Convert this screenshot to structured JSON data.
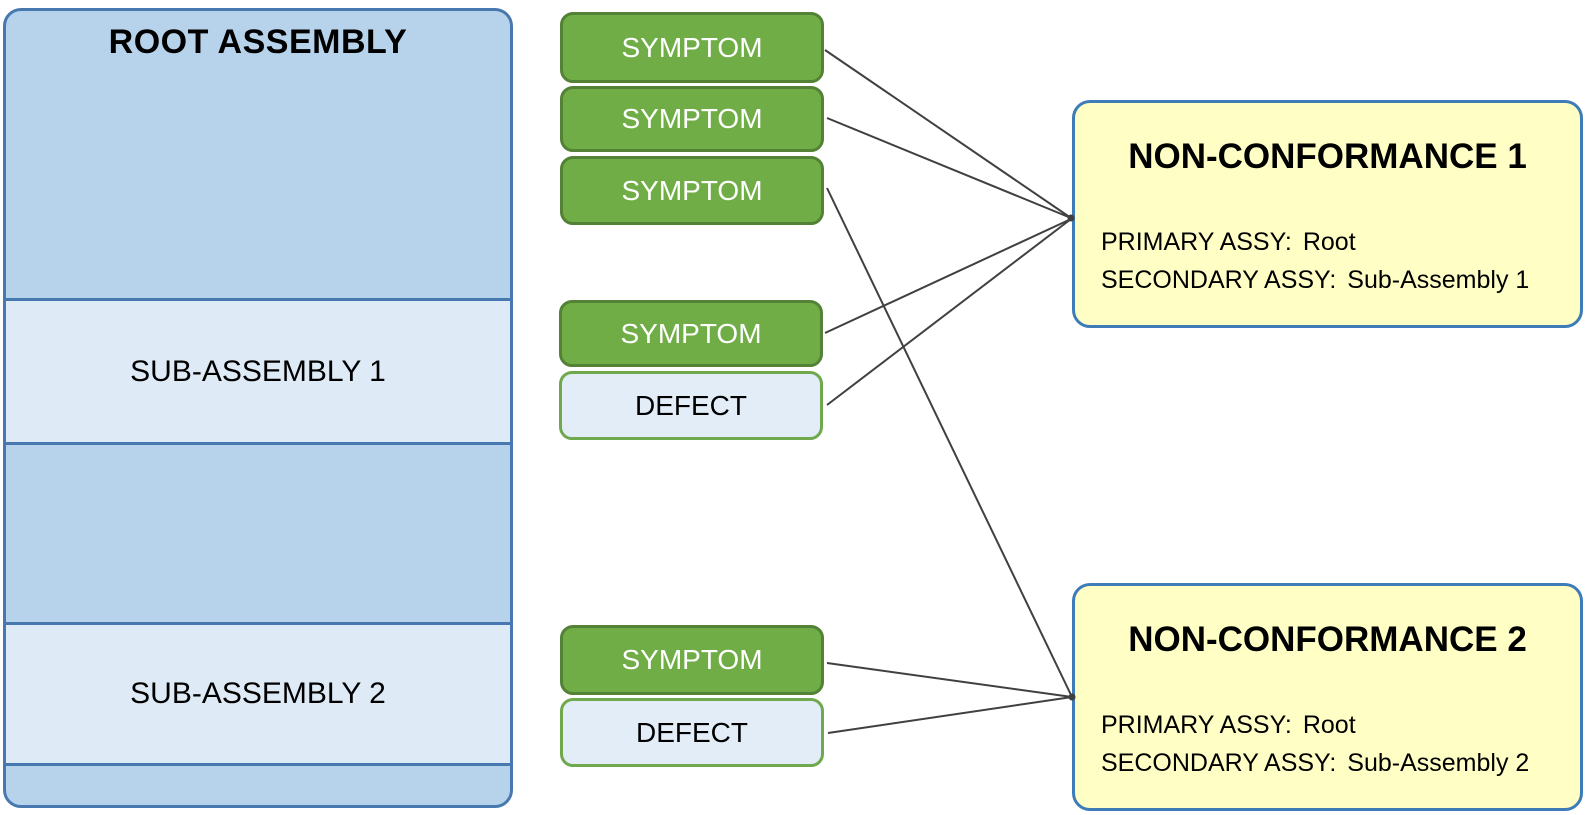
{
  "diagram": {
    "root_assembly": {
      "title": "ROOT ASSEMBLY",
      "sub_assemblies": [
        {
          "label": "SUB-ASSEMBLY 1"
        },
        {
          "label": "SUB-ASSEMBLY 2"
        }
      ]
    },
    "nodes": {
      "symptom_1": "SYMPTOM",
      "symptom_2": "SYMPTOM",
      "symptom_3": "SYMPTOM",
      "symptom_4": "SYMPTOM",
      "defect_1": "DEFECT",
      "symptom_5": "SYMPTOM",
      "defect_2": "DEFECT"
    },
    "non_conformances": [
      {
        "title": "NON-CONFORMANCE 1",
        "fields": [
          {
            "label": "PRIMARY ASSY:",
            "value": "Root"
          },
          {
            "label": "SECONDARY ASSY:",
            "value": "Sub-Assembly 1"
          }
        ]
      },
      {
        "title": "NON-CONFORMANCE 2",
        "fields": [
          {
            "label": "PRIMARY ASSY:",
            "value": "Root"
          },
          {
            "label": "SECONDARY ASSY:",
            "value": "Sub-Assembly 2"
          }
        ]
      }
    ],
    "connections": [
      {
        "from": "symptom-1",
        "to": "non-conformance-1"
      },
      {
        "from": "symptom-2",
        "to": "non-conformance-1"
      },
      {
        "from": "symptom-3",
        "to": "non-conformance-2"
      },
      {
        "from": "symptom-4",
        "to": "non-conformance-1"
      },
      {
        "from": "defect-1",
        "to": "non-conformance-1"
      },
      {
        "from": "symptom-5",
        "to": "non-conformance-2"
      },
      {
        "from": "defect-2",
        "to": "non-conformance-2"
      }
    ],
    "colors": {
      "root_fill": "#B7D3EC",
      "sub_assembly_fill": "#DEEAF6",
      "blue_border": "#4779B0",
      "symptom_fill": "#70AD47",
      "symptom_border": "#538135",
      "defect_fill": "#E2EDF8",
      "defect_border": "#6FA84D",
      "non_conformance_fill": "#FFFFC5",
      "non_conformance_border": "#3E7CB8",
      "connector_line": "#404040",
      "text_dark": "#000000",
      "text_light": "#FFFFFF"
    }
  }
}
